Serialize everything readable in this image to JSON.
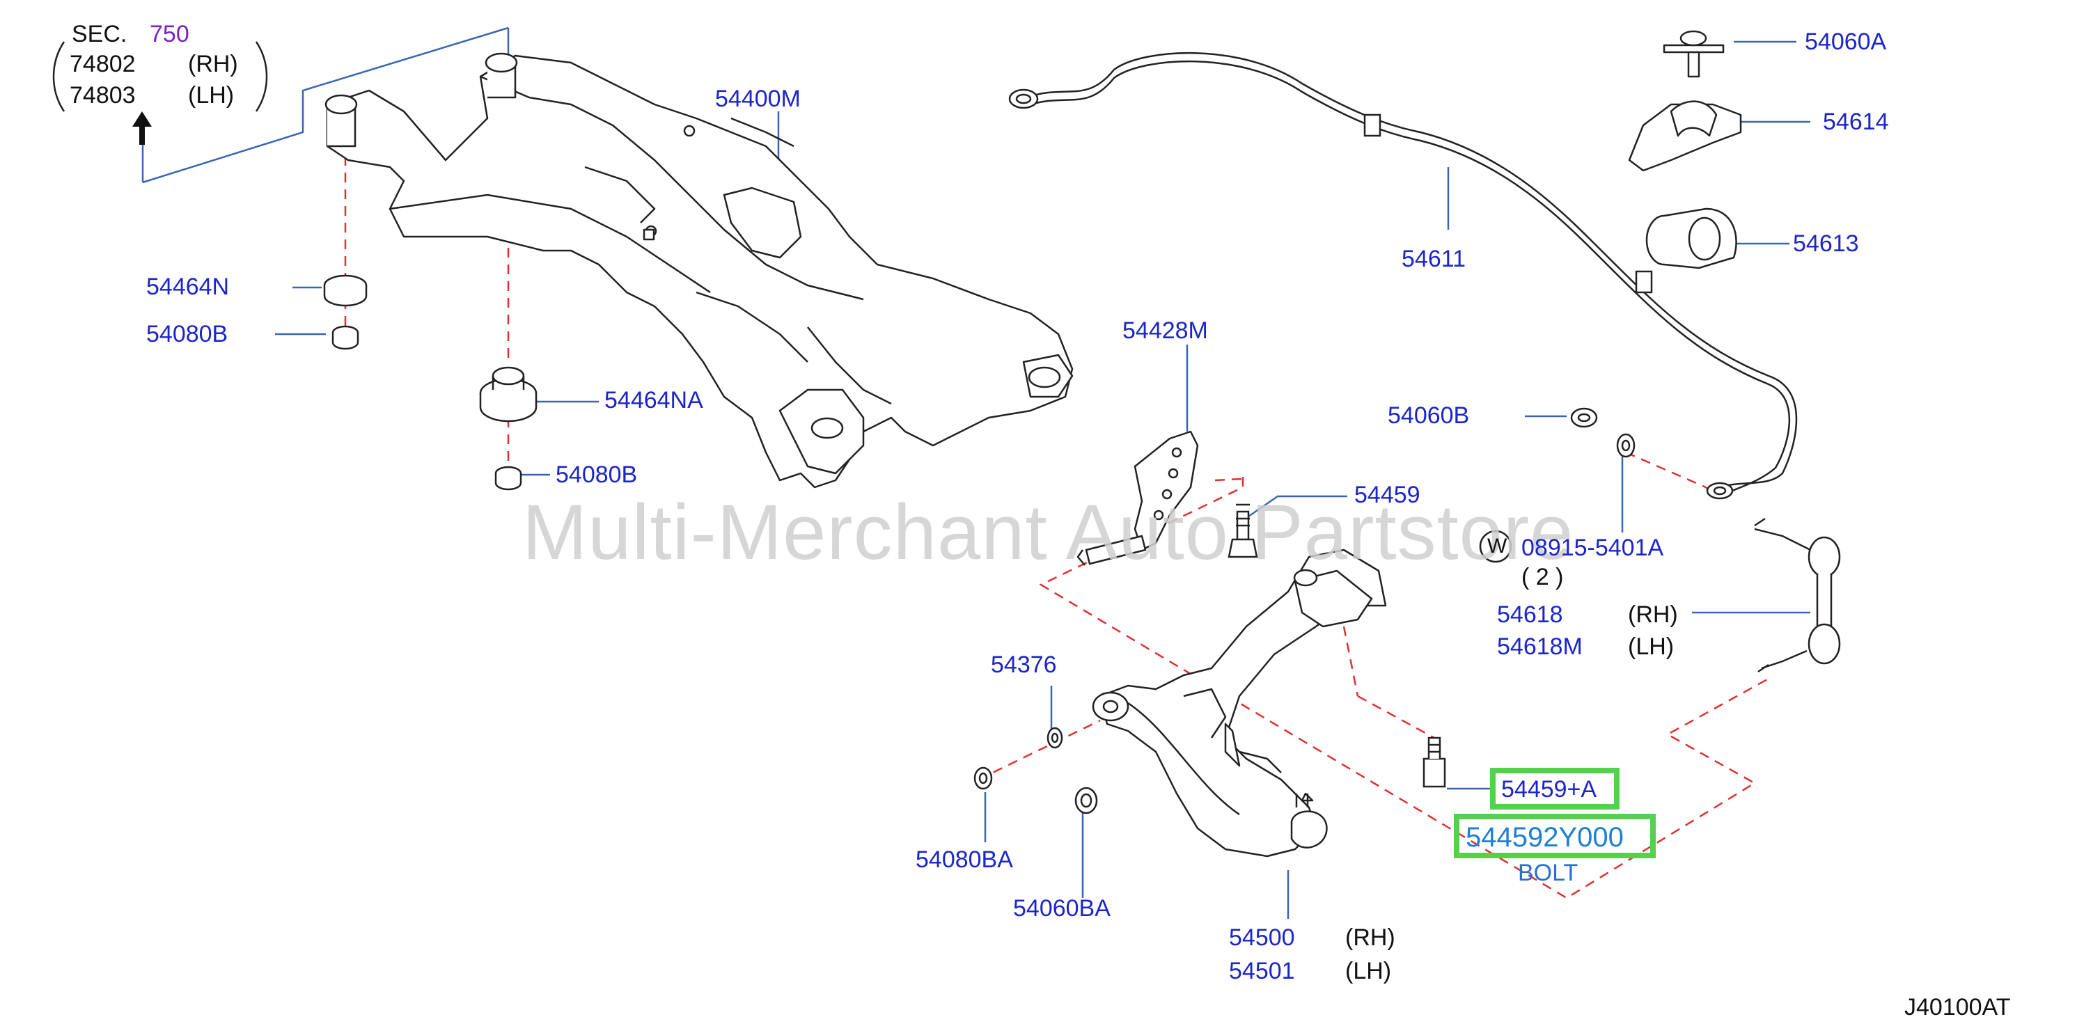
{
  "section_ref": {
    "sec_label": "SEC.",
    "sec_number": "750",
    "part_rh": "74802",
    "suffix_rh": "(RH)",
    "part_lh": "74803",
    "suffix_lh": "(LH)"
  },
  "watermark": "Multi-Merchant Auto Partstore",
  "parts": {
    "p54400M": "54400M",
    "p54464N": "54464N",
    "p54080B_a": "54080B",
    "p54464NA": "54464NA",
    "p54080B_b": "54080B",
    "p54428M": "54428M",
    "p54459": "54459",
    "p54376": "54376",
    "p54080BA": "54080BA",
    "p54060BA": "54060BA",
    "p54500": "54500",
    "p54500_side": "(RH)",
    "p54501": "54501",
    "p54501_side": "(LH)",
    "p54459A": "54459+A",
    "p544592Y000": "544592Y000",
    "bolt_label": "BOLT",
    "p54611": "54611",
    "p54060A": "54060A",
    "p54614": "54614",
    "p54613": "54613",
    "p54060B": "54060B",
    "washer_symbol": "W",
    "p08915": "08915-5401A",
    "p08915_qty": "( 2 )",
    "p54618": "54618",
    "p54618_side": "(RH)",
    "p54618M": "54618M",
    "p54618M_side": "(LH)"
  },
  "diagram_code": "J40100AT",
  "colors": {
    "label_blue": "#1c26c8",
    "leader_blue": "#3a66b0",
    "dashed_red": "#e03030",
    "highlight_green": "#56d14e",
    "sec_purple": "#7a23c4"
  }
}
